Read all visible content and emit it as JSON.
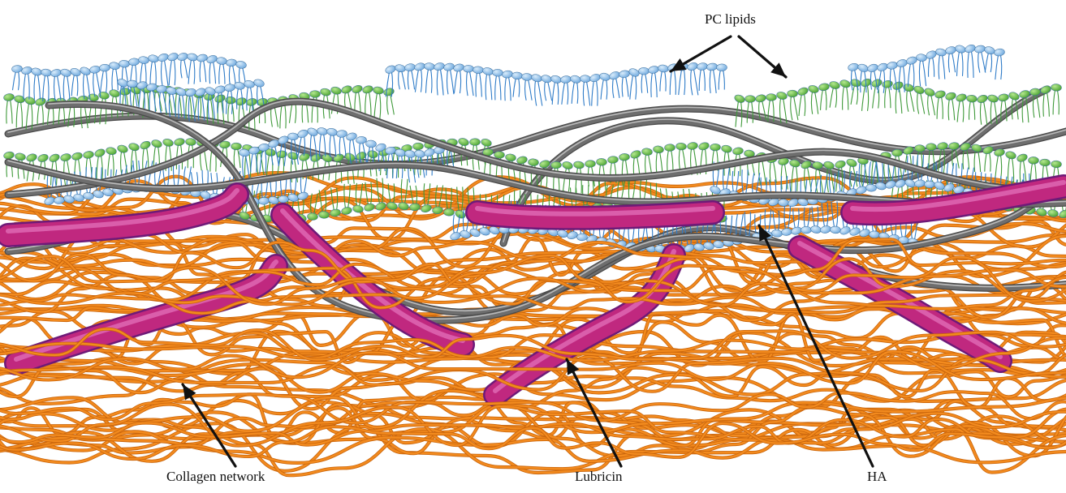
{
  "labels": {
    "pc_lipids": "PC lipids",
    "collagen": "Collagen network",
    "lubricin": "Lubricin",
    "ha": "HA"
  },
  "colors": {
    "collagen": "#f28a1e",
    "collagen_highlight": "#ffc07a",
    "ha": "#6e6e6e",
    "ha_highlight": "#b9b9b9",
    "lubricin_core": "#c0287f",
    "lubricin_edge": "#8a1e8c",
    "lipid_blue_head": "#8fc3ef",
    "lipid_blue_tail": "#2f7cc8",
    "lipid_green_head": "#6cc443",
    "lipid_green_tail": "#3f9a3a",
    "arrow": "#111111"
  },
  "icons": [
    "arrow-icon"
  ]
}
